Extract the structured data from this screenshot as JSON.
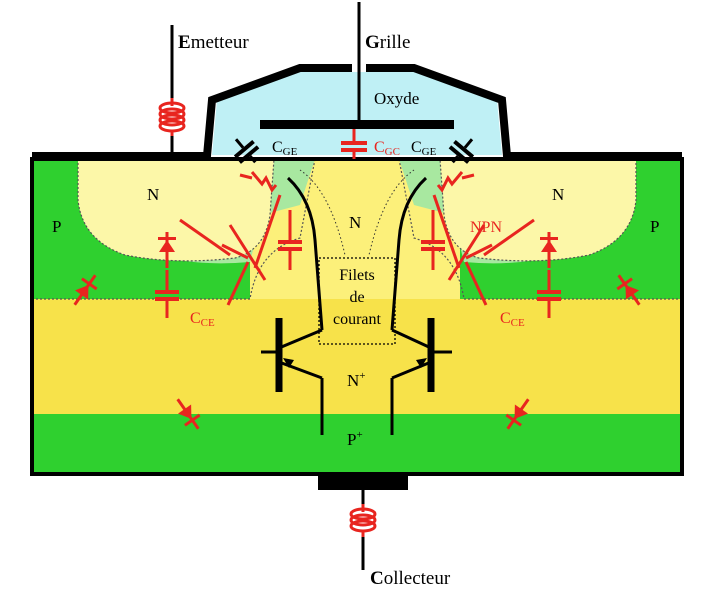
{
  "terminals": {
    "emitter": {
      "initial": "E",
      "rest": "metteur"
    },
    "gate": {
      "initial": "G",
      "rest": "rille"
    },
    "collector": {
      "initial": "C",
      "rest": "ollecteur"
    }
  },
  "regions": {
    "oxide": "Oxyde",
    "n_left": "N",
    "n_center": "N",
    "n_right": "N",
    "p_left": "P",
    "p_right": "P",
    "n_plus": {
      "base": "N",
      "sup": "+"
    },
    "p_plus": {
      "base": "P",
      "sup": "+"
    }
  },
  "capacitors": {
    "cge_left": {
      "base": "C",
      "sub": "GE"
    },
    "cgc": {
      "base": "C",
      "sub": "GC"
    },
    "cge_right": {
      "base": "C",
      "sub": "GE"
    },
    "cce_left": {
      "base": "C",
      "sub": "CE"
    },
    "cce_right": {
      "base": "C",
      "sub": "CE"
    }
  },
  "annotations": {
    "npn": "NPN",
    "current_line1": "Filets",
    "current_line2": "de",
    "current_line3": "courant"
  },
  "colors": {
    "p_green": "#2fd02f",
    "light_green": "#a8e8a0",
    "n_yellow": "#fcf07a",
    "n_pale": "#fcf7a8",
    "n_plus_yellow": "#f7e24a",
    "oxide_blue": "#bff0f5",
    "parasitic_red": "#e8251f",
    "metal": "#000000"
  }
}
